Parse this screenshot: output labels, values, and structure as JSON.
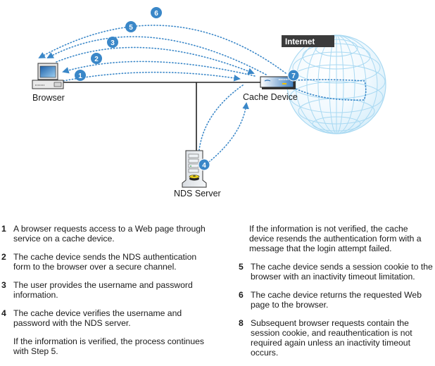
{
  "diagram": {
    "nodes": {
      "browser": "Browser",
      "cache_device": "Cache Device",
      "nds_server": "NDS Server",
      "internet": "Internet"
    },
    "badges": [
      "1",
      "2",
      "3",
      "4",
      "5",
      "6",
      "7"
    ],
    "colors": {
      "accent_blue": "#3a87c8",
      "dotted_arrow": "#3a87c8",
      "network_line": "#222222",
      "globe": "#a9d9f2",
      "internet_label_bg": "#3b3b3b"
    }
  },
  "steps": {
    "left": [
      {
        "num": "1",
        "text": "A browser requests access to a Web page through service on a cache device."
      },
      {
        "num": "2",
        "text": "The cache device sends the NDS authentication form to the browser over a secure channel."
      },
      {
        "num": "3",
        "text": "The user provides the username and password information."
      },
      {
        "num": "4",
        "text": "The cache device verifies the username and password with the NDS server."
      }
    ],
    "left_note": "If the information is verified, the process continues with Step 5.",
    "right_note": "If the information is not verified, the cache device resends the authentication form with a message that the login attempt failed.",
    "right": [
      {
        "num": "5",
        "text": "The cache device sends a session cookie to the browser with an inactivity timeout limitation."
      },
      {
        "num": "6",
        "text": "The cache device returns the requested Web page to the browser."
      },
      {
        "num": "8",
        "text": "Subsequent browser requests contain the session cookie, and reauthentication is not required again unless an inactivity timeout occurs."
      }
    ]
  }
}
